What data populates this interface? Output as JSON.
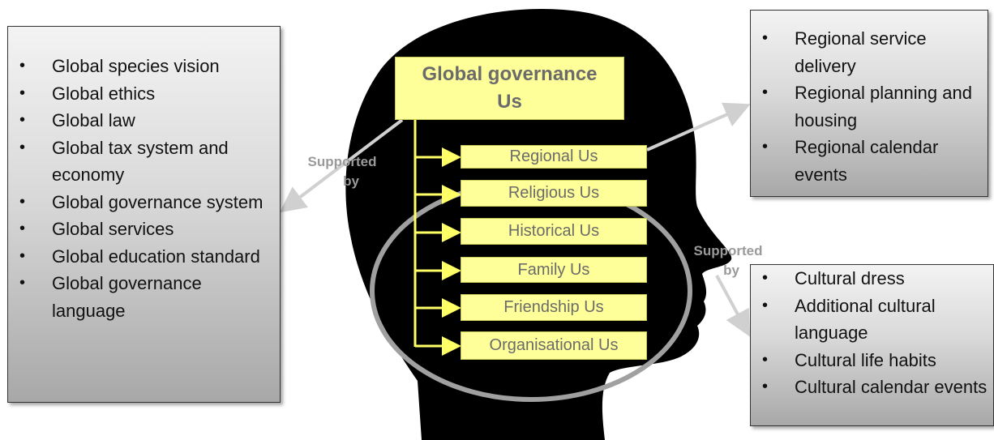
{
  "left_box": {
    "items": [
      "Global species vision",
      "Global ethics",
      "Global law",
      "Global tax system and economy",
      "Global governance system",
      "Global services",
      "Global education standard",
      "Global governance language"
    ]
  },
  "top_right_box": {
    "items": [
      "Regional service delivery",
      "Regional planning and housing",
      "Regional calendar events"
    ]
  },
  "bottom_right_box": {
    "items": [
      "Cultural dress",
      "Additional cultural language",
      "Cultural life habits",
      "Cultural calendar events"
    ]
  },
  "center": {
    "title_line1": "Global governance",
    "title_line2": "Us",
    "groups": [
      "Regional Us",
      "Religious Us",
      "Historical Us",
      "Family Us",
      "Friendship Us",
      "Organisational Us"
    ]
  },
  "labels": {
    "supported_left_line1": "Supported",
    "supported_left_line2": "by",
    "supported_right_line1": "Supported",
    "supported_right_line2": "by"
  },
  "colors": {
    "head": "#000000",
    "yellow_box": "#ffff99",
    "ellipse": "#9e9e9e",
    "arrow": "#ffff66",
    "connector": "#cfcfcf"
  }
}
